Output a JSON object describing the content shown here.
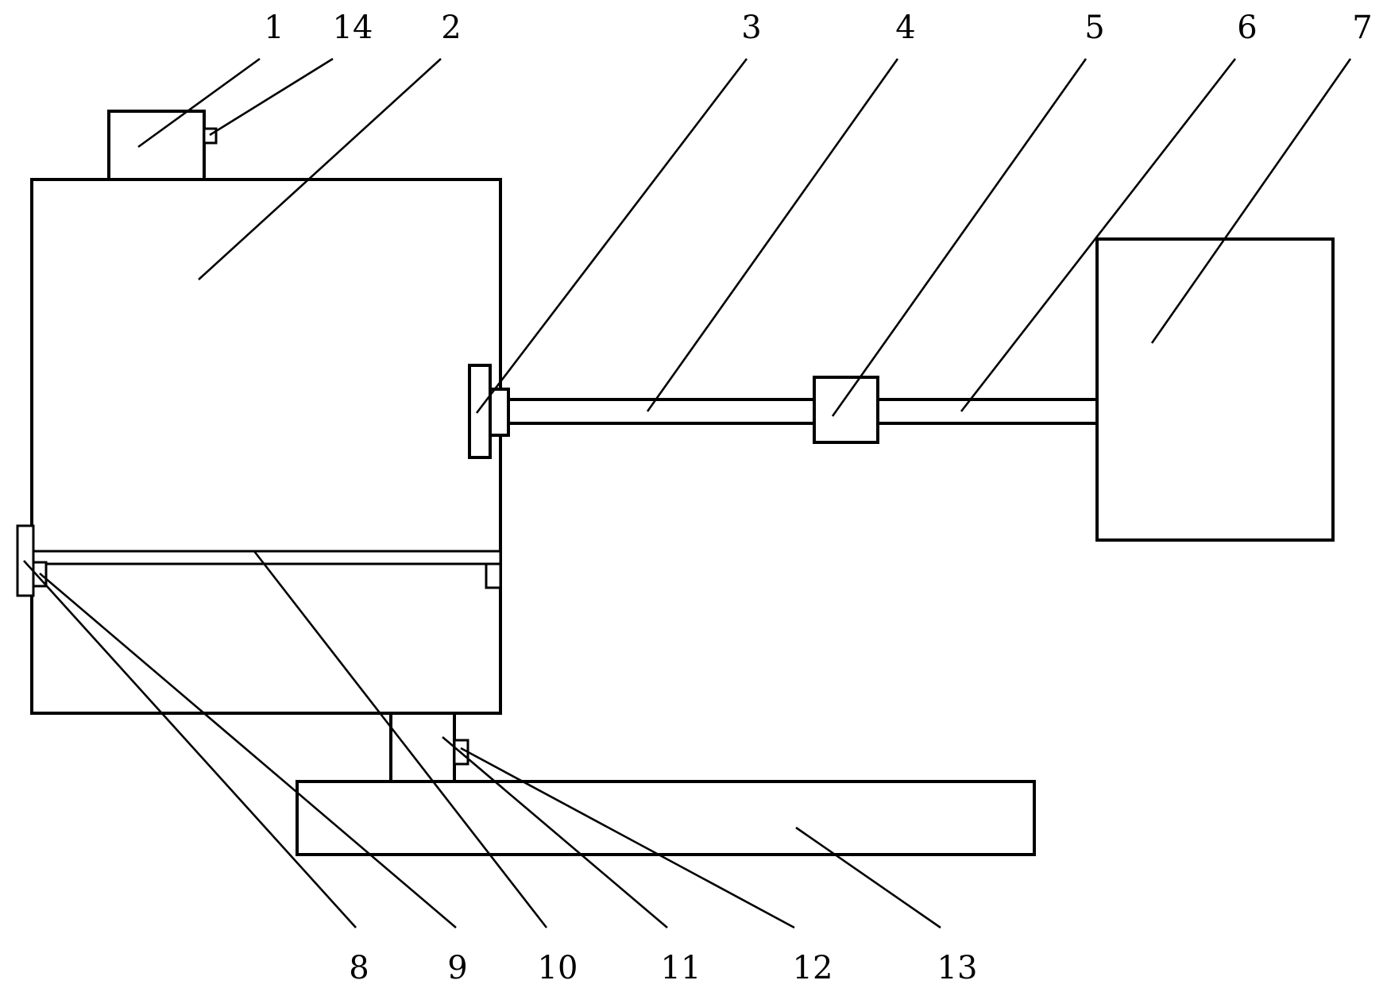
{
  "diagram": {
    "type": "patent-line-drawing",
    "stroke_color": "#000000",
    "background_color": "#ffffff",
    "labels": {
      "l1": "1",
      "l2": "2",
      "l3": "3",
      "l4": "4",
      "l5": "5",
      "l6": "6",
      "l7": "7",
      "l8": "8",
      "l9": "9",
      "l10": "10",
      "l11": "11",
      "l12": "12",
      "l13": "13",
      "l14": "14"
    }
  }
}
